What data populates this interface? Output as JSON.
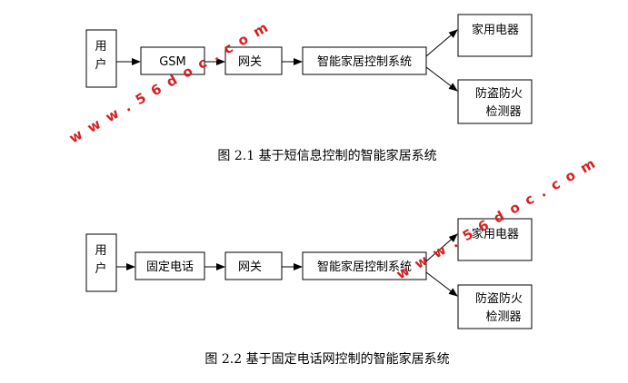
{
  "diagram1": {
    "user": [
      "用",
      "户"
    ],
    "gsm": "GSM",
    "gateway": "网关",
    "system": "智能家居控制系统",
    "appliance": "家用电器",
    "security": [
      "防盗防火",
      "检测器"
    ],
    "caption": "图 2.1 基于短信息控制的智能家居系统"
  },
  "diagram2": {
    "user": [
      "用",
      "户"
    ],
    "phone": "固定电话",
    "gateway": "网关",
    "system": "智能家居控制系统",
    "appliance": "家用电器",
    "security": [
      "防盗防火",
      "检测器"
    ],
    "caption": "图 2.2 基于固定电话网控制的智能家居系统"
  },
  "watermark": "w w w . 5 6 d o c . c o m",
  "colors": {
    "watermark": "#d61f1f",
    "line": "#000000"
  }
}
